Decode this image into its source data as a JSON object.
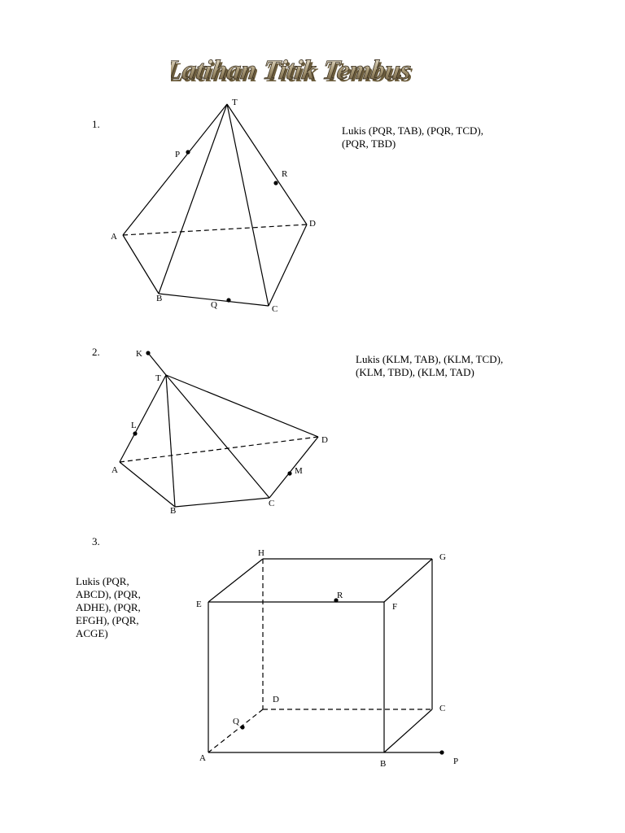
{
  "title": "Latihan Titik Tembus",
  "problems": [
    {
      "number": "1.",
      "instruction_lines": [
        "Lukis (PQR, TAB), (PQR, TCD),",
        "(PQR, TBD)"
      ],
      "labels": {
        "T": "T",
        "P": "P",
        "R": "R",
        "A": "A",
        "D": "D",
        "B": "B",
        "Q": "Q",
        "C": "C"
      }
    },
    {
      "number": "2.",
      "instruction_lines": [
        "Lukis (KLM, TAB), (KLM, TCD),",
        "(KLM, TBD), (KLM, TAD)"
      ],
      "labels": {
        "K": "K",
        "T": "T",
        "L": "L",
        "A": "A",
        "D": "D",
        "M": "M",
        "B": "B",
        "C": "C"
      }
    },
    {
      "number": "3.",
      "instruction_lines": [
        "Lukis (PQR,",
        "ABCD), (PQR,",
        "ADHE), (PQR,",
        "EFGH), (PQR,",
        "ACGE)"
      ],
      "labels": {
        "H": "H",
        "G": "G",
        "E": "E",
        "R": "R",
        "F": "F",
        "D": "D",
        "C": "C",
        "Q": "Q",
        "A": "A",
        "B": "B",
        "P": "P"
      }
    }
  ],
  "colors": {
    "title_fill": "#d9ccb0",
    "title_shadow": "#7a6a4a",
    "ink": "#000000"
  }
}
